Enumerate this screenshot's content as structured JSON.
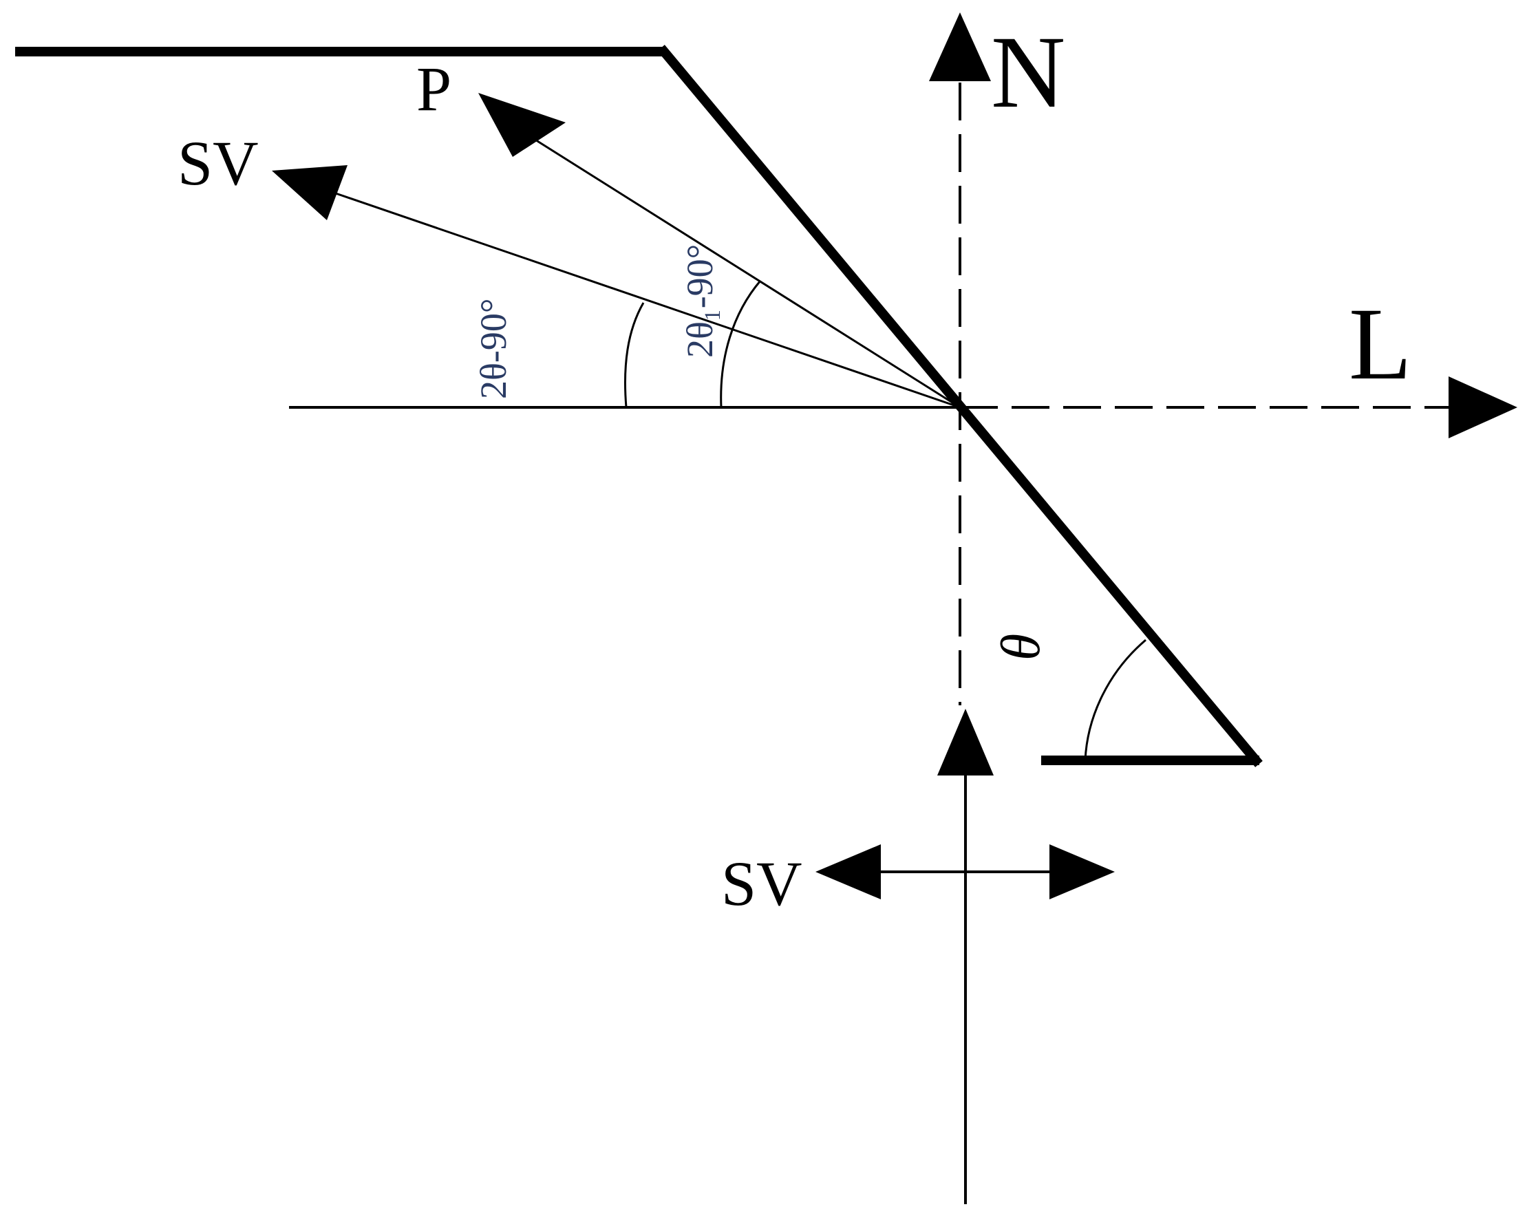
{
  "diagram": {
    "labels": {
      "normal_axis": "N",
      "longitudinal_axis": "L",
      "p_wave": "P",
      "sv_wave_refracted": "SV",
      "sv_wave_incident": "SV",
      "angle_sv": "2θ-90°",
      "angle_p": "2θ₁-90°",
      "wedge_angle": "θ"
    },
    "colors": {
      "line": "#000000",
      "angle_text": "#2a3b64"
    }
  }
}
